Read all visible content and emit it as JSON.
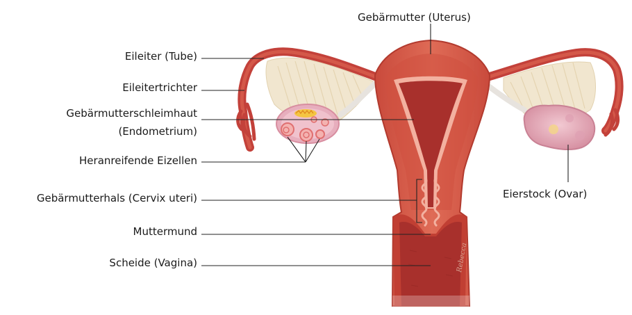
{
  "labels": {
    "uterus": "Gebärmutter (Uterus)",
    "tube": "Eileiter (Tube)",
    "infundibulum": "Eileitertrichter",
    "endometrium_line1": "Gebärmutterschleimhaut",
    "endometrium_line2": "(Endometrium)",
    "follicles": "Heranreifende Eizellen",
    "cervix": "Gebärmutterhals (Cervix uteri)",
    "os": "Muttermund",
    "vagina": "Scheide (Vagina)",
    "ovary": "Eierstock (Ovar)"
  },
  "signature": "Rebecca",
  "colors": {
    "tissue": "#d9604d",
    "tissue_dark": "#b83a30",
    "cavity": "#a8302c",
    "lining": "#f3b1a0",
    "ligament": "#f1e6cf",
    "ovary": "#e8b3c0",
    "follicle": "#f6b6b3",
    "corpus": "#f4c542",
    "line": "#222222"
  }
}
